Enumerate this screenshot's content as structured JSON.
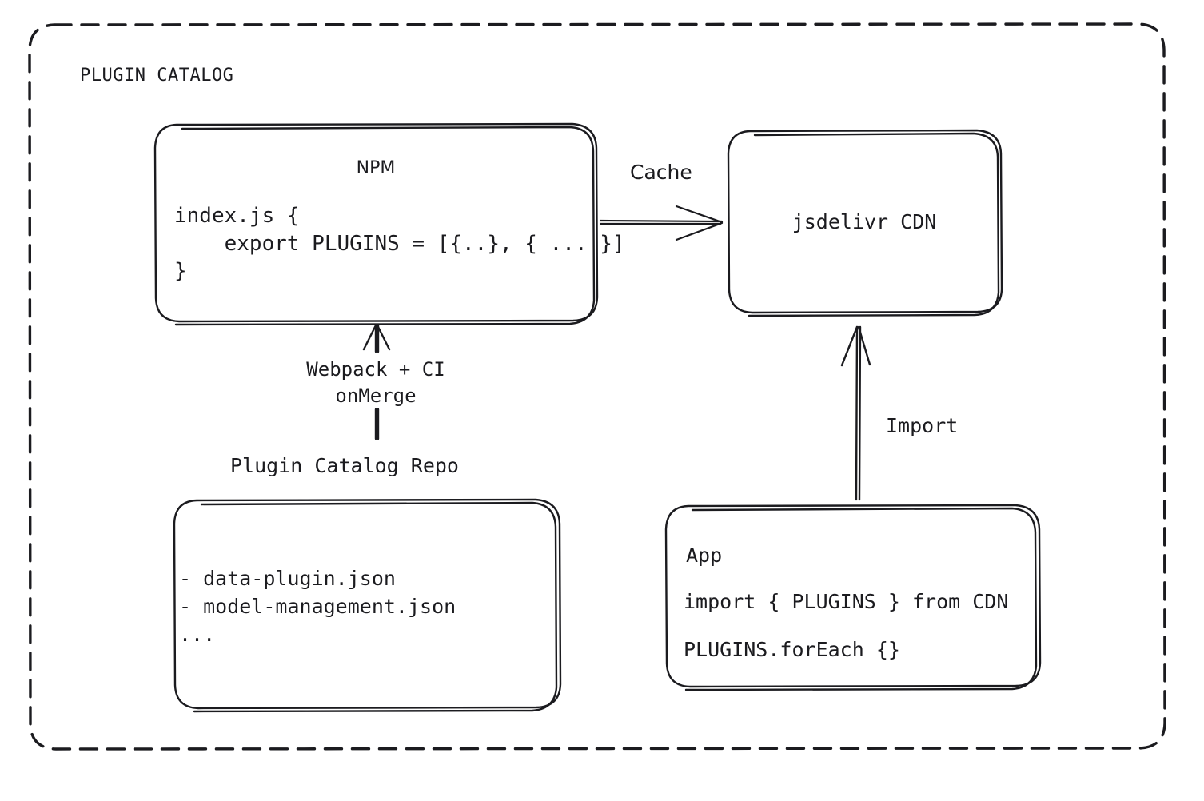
{
  "diagram": {
    "title": "PLUGIN CATALOG",
    "background": "#ffffff",
    "stroke_color": "#1b1b1f",
    "style": "hand-drawn",
    "container": {
      "border": "dashed",
      "label": "PLUGIN CATALOG"
    }
  },
  "nodes": {
    "npm": {
      "title": "NPM",
      "code": "index.js {\n    export PLUGINS = [{..}, { ... }]\n}"
    },
    "cdn": {
      "title": "jsdelivr CDN"
    },
    "repo": {
      "caption": "Plugin Catalog Repo",
      "body": "- data-plugin.json\n- model-management.json\n..."
    },
    "app": {
      "title": "App",
      "line1": "import { PLUGINS } from CDN",
      "line2": "PLUGINS.forEach {}"
    }
  },
  "edges": {
    "npm_to_cdn": {
      "label": "Cache",
      "from": "npm",
      "to": "cdn",
      "direction": "right"
    },
    "repo_to_npm": {
      "label": "Webpack + CI\nonMerge",
      "from": "repo",
      "to": "npm",
      "direction": "up"
    },
    "app_to_cdn": {
      "label": "Import",
      "from": "app",
      "to": "cdn",
      "direction": "up"
    }
  }
}
